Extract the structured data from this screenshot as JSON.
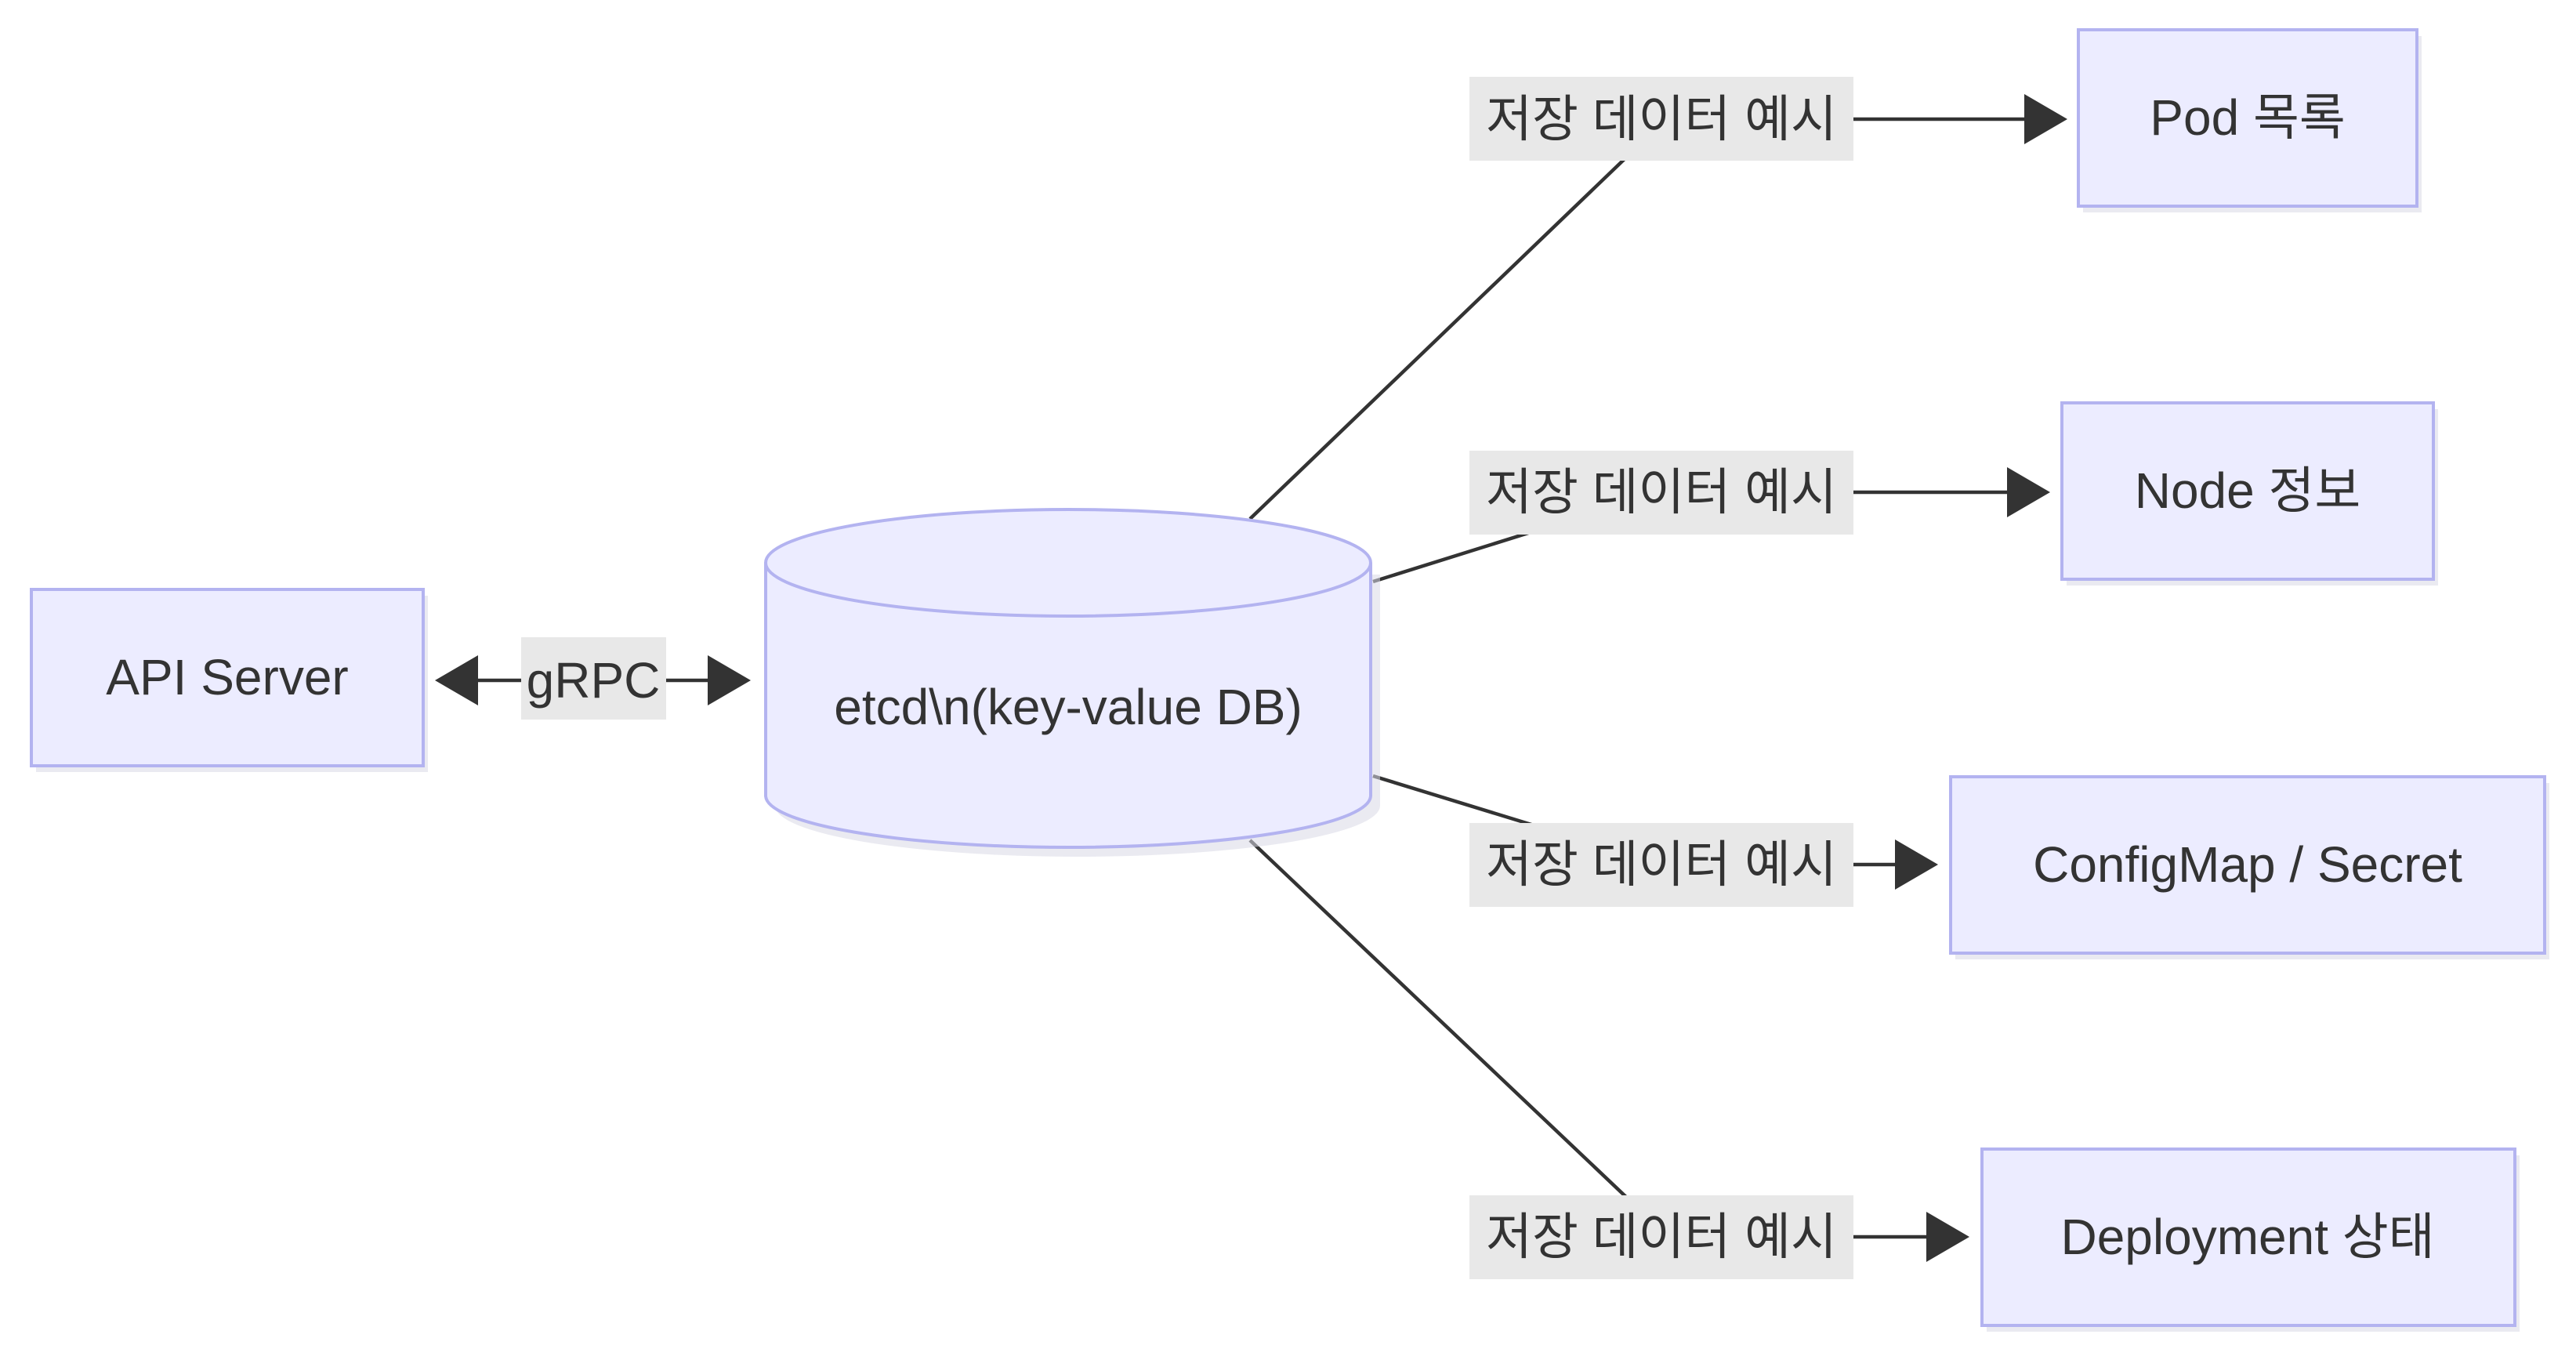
{
  "diagram": {
    "nodes": {
      "api_server": "API Server",
      "etcd": "etcd\\n(key-value DB)",
      "pod_list": "Pod 목록",
      "node_info": "Node 정보",
      "configmap_secret": "ConfigMap / Secret",
      "deployment_status": "Deployment 상태"
    },
    "edges": {
      "grpc": "gRPC",
      "to_pod": "저장 데이터 예시",
      "to_node": "저장 데이터 예시",
      "to_configmap": "저장 데이터 예시",
      "to_deployment": "저장 데이터 예시"
    },
    "colors": {
      "node_fill": "#ECECFF",
      "node_stroke": "#B3B3F0",
      "edge": "#333333",
      "label_bg": "#E8E8E8"
    }
  }
}
